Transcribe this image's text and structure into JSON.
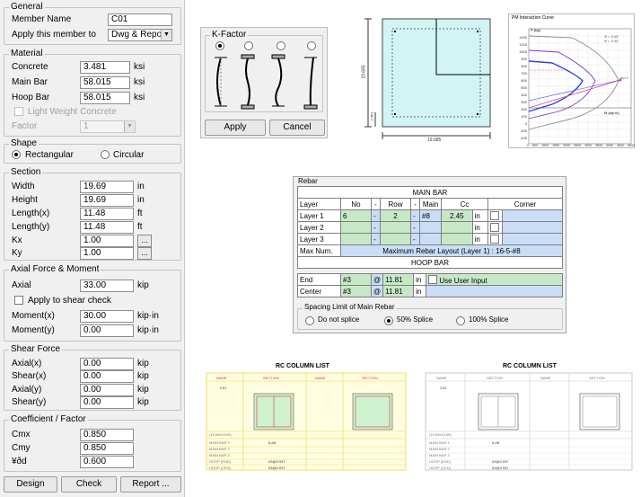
{
  "left_panel": {
    "general": {
      "title": "General",
      "member_name_label": "Member Name",
      "member_name_value": "C01",
      "apply_label": "Apply this member to",
      "apply_value": "Dwg & Repor"
    },
    "material": {
      "title": "Material",
      "concrete_label": "Concrete",
      "concrete_value": "3.481",
      "concrete_unit": "ksi",
      "main_bar_label": "Main Bar",
      "main_bar_value": "58.015",
      "main_bar_unit": "ksi",
      "hoop_bar_label": "Hoop Bar",
      "hoop_bar_value": "58.015",
      "hoop_bar_unit": "ksi",
      "lightweight_label": "Light Weight Concrete",
      "factor_label": "Factor",
      "factor_value": "1"
    },
    "shape": {
      "title": "Shape",
      "rect_label": "Rectangular",
      "circ_label": "Circular"
    },
    "section": {
      "title": "Section",
      "width_label": "Width",
      "width_value": "19.69",
      "width_unit": "in",
      "height_label": "Height",
      "height_value": "19.69",
      "height_unit": "in",
      "lenx_label": "Length(x)",
      "lenx_value": "11.48",
      "lenx_unit": "ft",
      "leny_label": "Length(y)",
      "leny_value": "11.48",
      "leny_unit": "ft",
      "kx_label": "Kx",
      "kx_value": "1.00",
      "ky_label": "Ky",
      "ky_value": "1.00",
      "dots": "..."
    },
    "axial": {
      "title": "Axial Force & Moment",
      "axial_label": "Axial",
      "axial_value": "33.00",
      "axial_unit": "kip",
      "shear_check_label": "Apply to shear check",
      "mx_label": "Moment(x)",
      "mx_value": "30.00",
      "mx_unit": "kip·in",
      "my_label": "Moment(y)",
      "my_value": "0.00",
      "my_unit": "kip·in"
    },
    "shear": {
      "title": "Shear Force",
      "ax_label": "Axial(x)",
      "ax_value": "0.00",
      "ax_unit": "kip",
      "sx_label": "Shear(x)",
      "sx_value": "0.00",
      "sx_unit": "kip",
      "ay_label": "Axial(y)",
      "ay_value": "0.00",
      "ay_unit": "kip",
      "sy_label": "Shear(y)",
      "sy_value": "0.00",
      "sy_unit": "kip"
    },
    "coef": {
      "title": "Coefficient / Factor",
      "cmx_label": "Cmx",
      "cmx_value": "0.850",
      "cmy_label": "Cmy",
      "cmy_value": "0.850",
      "yd_label": "¥ðd",
      "yd_value": "0.600"
    },
    "buttons": {
      "design": "Design",
      "check": "Check",
      "report": "Report ..."
    }
  },
  "kfactor": {
    "title": "K-Factor",
    "apply": "Apply",
    "cancel": "Cancel"
  },
  "section_drawing": {
    "dim_width": "19.685",
    "dim_height": "19.685",
    "dim_small": "2.461"
  },
  "pm_curve": {
    "title": "PM Interaction Curve",
    "y_axis": "P (kip)",
    "x_axis": "M (kip·in)",
    "legend_1": "Φ = 0.65",
    "legend_2": "Φ = 0.90",
    "y_ticks": [
      "1200",
      "1100",
      "1000",
      "900",
      "800",
      "700",
      "600",
      "500",
      "400",
      "300",
      "200",
      "100",
      "0",
      "-100",
      "-200",
      "-300",
      "-400"
    ],
    "x_ticks": [
      "0",
      "500",
      "1000",
      "1500",
      "2000",
      "2500",
      "3000",
      "3500",
      "4000",
      "4500",
      "5000"
    ],
    "point_label": "eb=?"
  },
  "rebar": {
    "title": "Rebar",
    "main_bar_header": "MAIN BAR",
    "hoop_bar_header": "HOOP BAR",
    "cols": [
      "Layer",
      "No",
      "-",
      "Row",
      "-",
      "Main",
      "Cc",
      "Corner"
    ],
    "layer1": {
      "name": "Layer 1",
      "no": "6",
      "row": "2",
      "main": "#8",
      "cc": "2.45",
      "unit": "in"
    },
    "layer2": {
      "name": "Layer 2",
      "unit": "in"
    },
    "layer3": {
      "name": "Layer 3",
      "unit": "in"
    },
    "max_num_label": "Max Num.",
    "max_num_value": "Maximum Rebar Layout (Layer 1) : 16-5-#8",
    "dash": "-",
    "end": {
      "label": "End",
      "bar": "#3",
      "at": "@",
      "spacing": "11.81",
      "unit": "in",
      "user_input": "Use User Input"
    },
    "center": {
      "label": "Center",
      "bar": "#3",
      "at": "@",
      "spacing": "11.81",
      "unit": "in"
    },
    "splice": {
      "title": "Spacing Limit of Main Rebar",
      "opt1": "Do not splice",
      "opt2": "50% Splice",
      "opt3": "100% Splice"
    }
  },
  "column_list": {
    "title": "RC COLUMN LIST",
    "name_header": "NAME",
    "section_header": "SECTION",
    "member": "C01",
    "size": "(19.69x19.69)",
    "main_bar_value": "6-#8",
    "hoop_value": "#3@3.937",
    "rows": [
      "MAIN BAR 1",
      "MAIN BAR 2",
      "MAIN BAR 3",
      "HOOP (END)",
      "HOOP (CEN)"
    ]
  }
}
